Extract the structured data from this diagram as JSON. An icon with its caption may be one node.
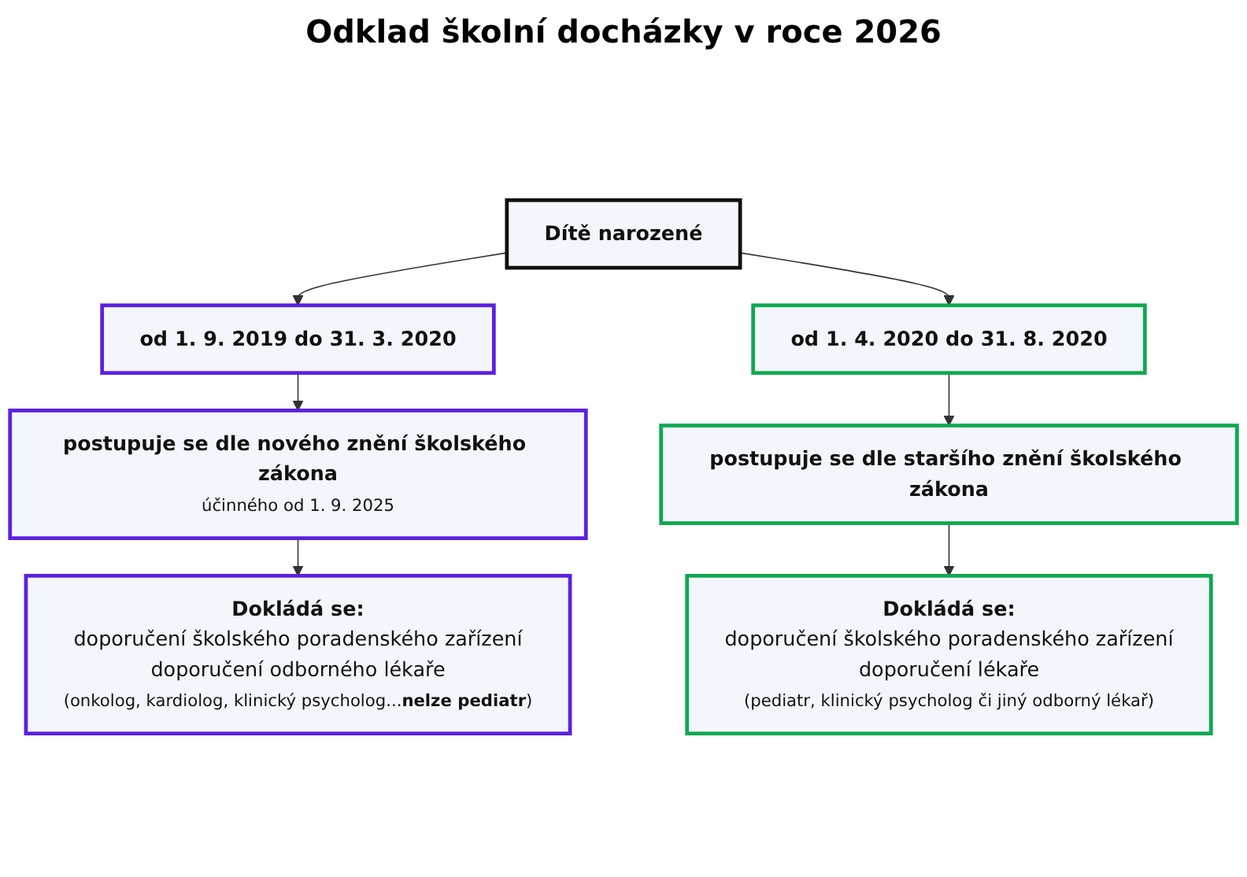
{
  "diagram": {
    "title": "Odklad školní docházky v roce 2026",
    "nodes": [
      {
        "text": [
          "Dítě narozené"
        ]
      },
      {
        "text": [
          "od 1. 9. 2019 do 31. 3. 2020"
        ]
      },
      {
        "text": [
          "od 1. 4. 2020 do 31. 8. 2020"
        ]
      },
      {
        "text": [
          "postupuje se dle nového znění školského zákona",
          "účinného od 1. 9. 2025"
        ]
      },
      {
        "text": [
          "postupuje se dle staršího znění školského zákona"
        ]
      },
      {
        "text": [
          "Dokládá se:",
          "doporučení školského poradenského zařízení",
          "doporučení odborného lékaře",
          "(onkolog, kardiolog, klinický psycholog...**nelze pediatr**)"
        ]
      },
      {
        "text": [
          "Dokládá se:",
          "doporučení školského poradenského zařízení",
          "doporučení lékaře",
          "(pediatr, klinický psycholog či jiný odborný lékař)"
        ]
      }
    ],
    "edges": [
      {
        "from": 0,
        "to": 1,
        "arrow": "to"
      },
      {
        "from": 0,
        "to": 2,
        "arrow": "to"
      },
      {
        "from": 1,
        "to": 3,
        "arrow": "to"
      },
      {
        "from": 2,
        "to": 4,
        "arrow": "to"
      },
      {
        "from": 3,
        "to": 5,
        "arrow": "to"
      },
      {
        "from": 4,
        "to": 6,
        "arrow": "to"
      }
    ]
  }
}
